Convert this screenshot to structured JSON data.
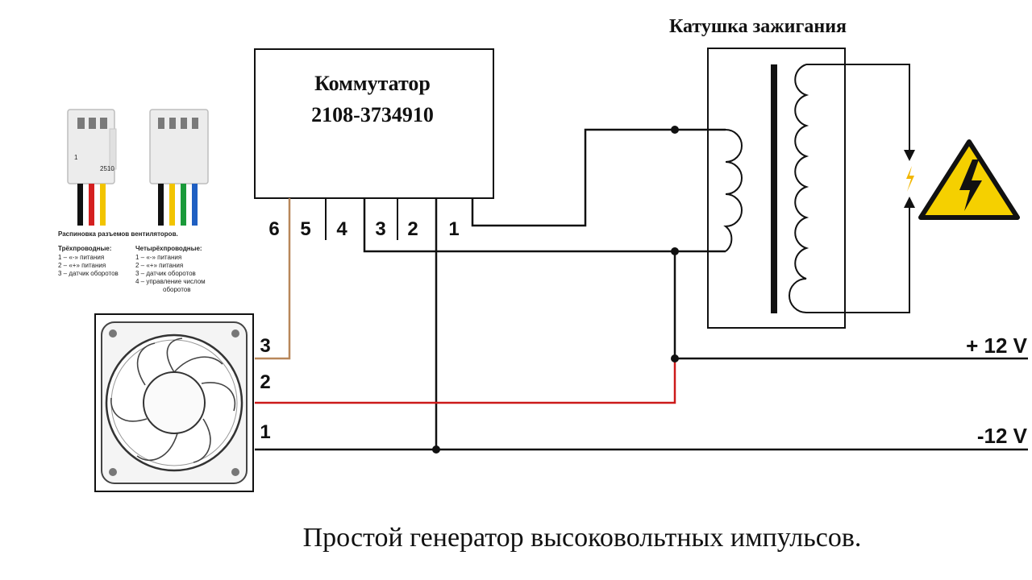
{
  "commutator": {
    "name": "Коммутатор",
    "part_number": "2108-3734910",
    "pins": [
      "6",
      "5",
      "4",
      "3",
      "2",
      "1"
    ]
  },
  "ignition_coil": {
    "title": "Катушка зажигания"
  },
  "fan": {
    "pins": [
      "3",
      "2",
      "1"
    ]
  },
  "supply": {
    "positive": "+ 12 V",
    "negative": "-12 V"
  },
  "connector_legend": {
    "title": "Распиновка разъемов вентиляторов.",
    "three_wire": {
      "heading": "Трёхпроводные:",
      "items": [
        "1 – «-» питания",
        "2 – «+» питания",
        "3 – датчик оборотов"
      ]
    },
    "four_wire": {
      "heading": "Четырёхпроводные:",
      "items": [
        "1 – «-» питания",
        "2 – «+» питания",
        "3 – датчик оборотов",
        "4 – управление числом"
      ],
      "item4_cont": "оборотов"
    },
    "connector_marks": [
      "1",
      "2510"
    ]
  },
  "caption": "Простой генератор высоковольтных импульсов.",
  "colors": {
    "wire": "#111111",
    "wire_red": "#cc1a1a",
    "wire_brown": "#b8875a",
    "warning_yellow": "#f5d000"
  }
}
